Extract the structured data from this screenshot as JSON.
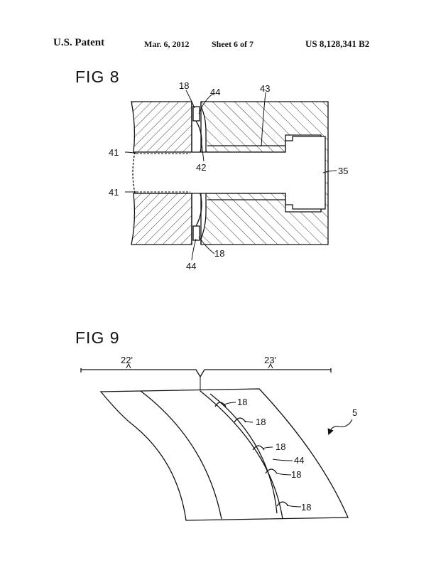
{
  "header": {
    "patent": "U.S. Patent",
    "date": "Mar. 6, 2012",
    "sheet": "Sheet 6 of 7",
    "number": "US 8,128,341 B2"
  },
  "fig8": {
    "title": "FIG 8",
    "labels": {
      "l18_top": "18",
      "l44_top": "44",
      "l43": "43",
      "l41_top": "41",
      "l42": "42",
      "l35": "35",
      "l41_bottom": "41",
      "l18_bottom": "18",
      "l44_bottom": "44"
    }
  },
  "fig9": {
    "title": "FIG 9",
    "labels": {
      "l22": "22'",
      "l23": "23'",
      "l5": "5",
      "l18_1": "18",
      "l18_2": "18",
      "l18_3": "18",
      "l44": "44",
      "l18_4": "18",
      "l18_5": "18"
    }
  }
}
